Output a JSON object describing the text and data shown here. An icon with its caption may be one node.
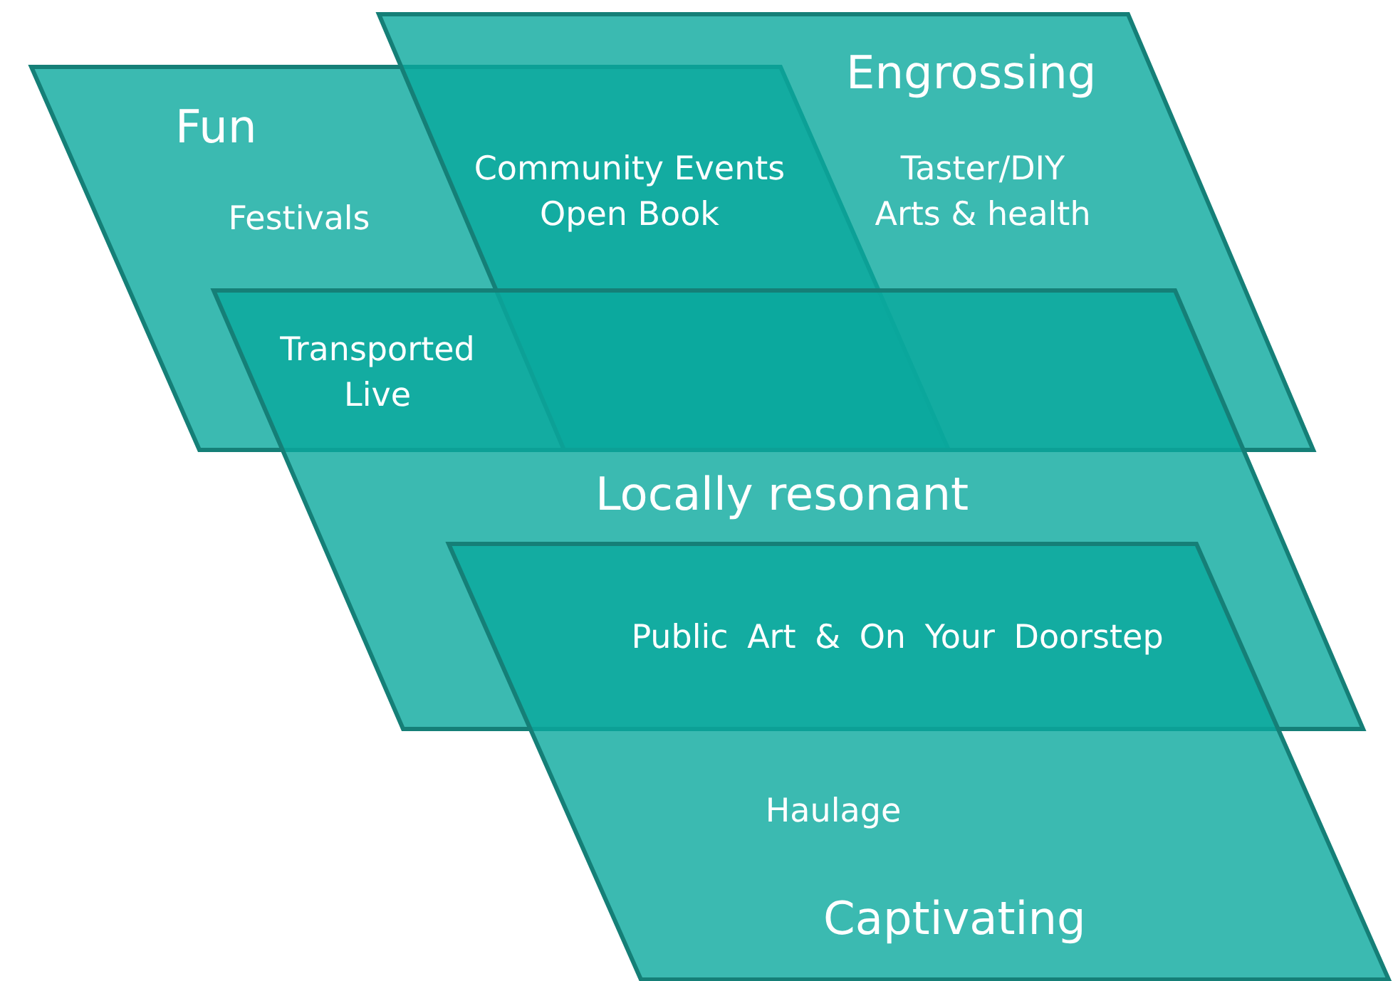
{
  "diagram": {
    "nodes": [
      {
        "text": [
          "Fun"
        ]
      },
      {
        "text": [
          "Engrossing"
        ]
      },
      {
        "text": [
          "Locally resonant"
        ]
      },
      {
        "text": [
          "Captivating"
        ]
      }
    ],
    "labels": [
      "Festivals",
      "Community Events Open Book",
      "Taster/DIY Arts & health",
      "Transported Live",
      "Public Art & On Your Doorstep",
      "Haulage"
    ]
  }
}
